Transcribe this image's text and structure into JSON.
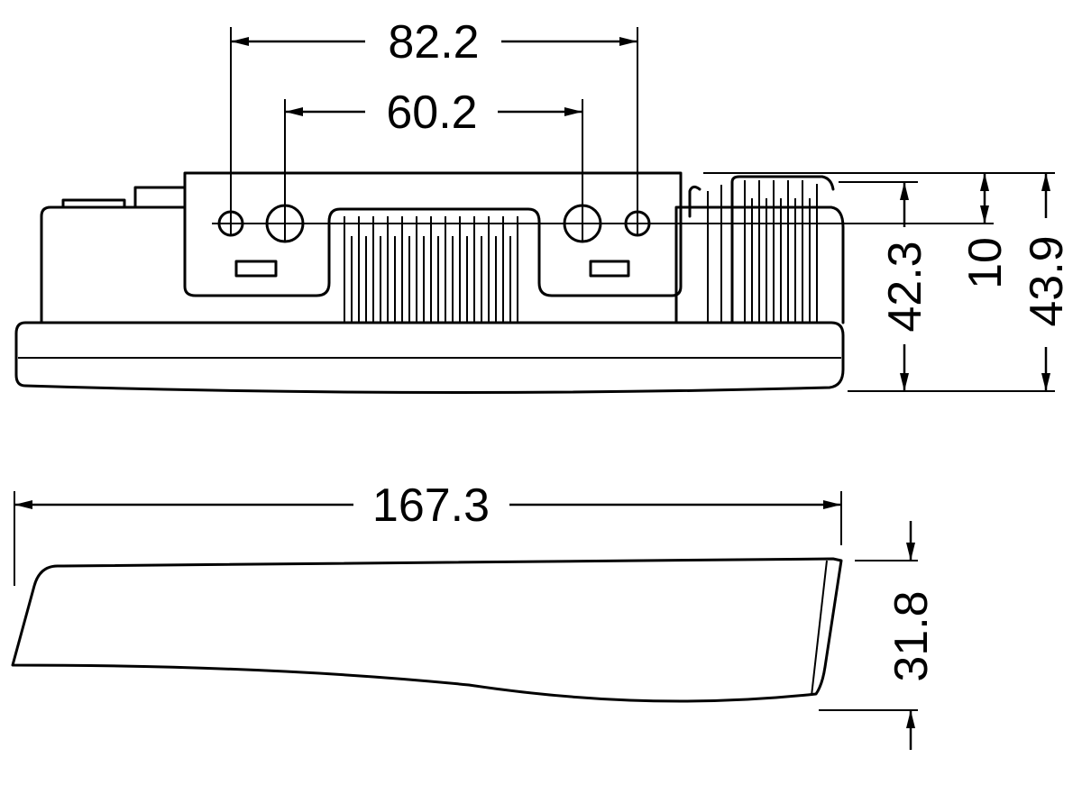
{
  "dimensions": {
    "outer_hole_spacing": "82.2",
    "inner_hole_spacing": "60.2",
    "body_height": "42.3",
    "hole_offset": "10",
    "total_height": "43.9",
    "total_length": "167.3",
    "side_depth": "31.8"
  },
  "colors": {
    "line": "#000000",
    "background": "#ffffff"
  }
}
